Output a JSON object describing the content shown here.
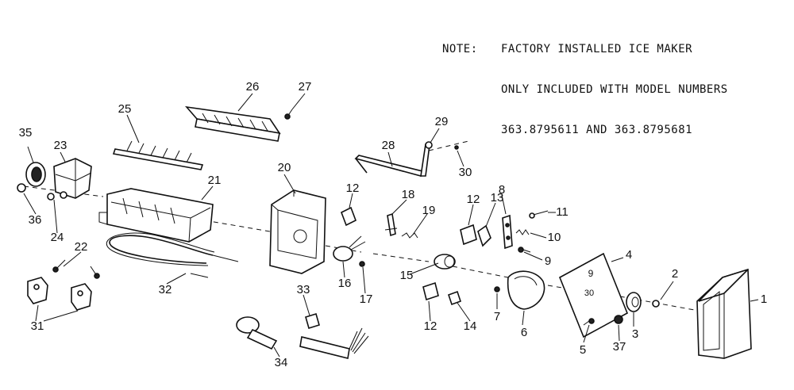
{
  "note": {
    "label": "NOTE:",
    "line1": "FACTORY INSTALLED ICE MAKER",
    "line2": "ONLY INCLUDED WITH MODEL NUMBERS",
    "line3": "363.8795611 AND 363.8795681"
  },
  "parts": [
    {
      "id": "part-1",
      "label": "1"
    },
    {
      "id": "part-2",
      "label": "2"
    },
    {
      "id": "part-3",
      "label": "3"
    },
    {
      "id": "part-4",
      "label": "4"
    },
    {
      "id": "part-5",
      "label": "5"
    },
    {
      "id": "part-6",
      "label": "6"
    },
    {
      "id": "part-7",
      "label": "7"
    },
    {
      "id": "part-8",
      "label": "8"
    },
    {
      "id": "part-9",
      "label": "9"
    },
    {
      "id": "part-10",
      "label": "10"
    },
    {
      "id": "part-11",
      "label": "11"
    },
    {
      "id": "part-12a",
      "label": "12"
    },
    {
      "id": "part-12b",
      "label": "12"
    },
    {
      "id": "part-12c",
      "label": "12"
    },
    {
      "id": "part-13",
      "label": "13"
    },
    {
      "id": "part-14",
      "label": "14"
    },
    {
      "id": "part-15",
      "label": "15"
    },
    {
      "id": "part-16",
      "label": "16"
    },
    {
      "id": "part-17",
      "label": "17"
    },
    {
      "id": "part-18",
      "label": "18"
    },
    {
      "id": "part-19",
      "label": "19"
    },
    {
      "id": "part-20",
      "label": "20"
    },
    {
      "id": "part-21",
      "label": "21"
    },
    {
      "id": "part-22",
      "label": "22"
    },
    {
      "id": "part-23",
      "label": "23"
    },
    {
      "id": "part-24",
      "label": "24"
    },
    {
      "id": "part-25",
      "label": "25"
    },
    {
      "id": "part-26",
      "label": "26"
    },
    {
      "id": "part-27",
      "label": "27"
    },
    {
      "id": "part-28",
      "label": "28"
    },
    {
      "id": "part-29",
      "label": "29"
    },
    {
      "id": "part-30",
      "label": "30"
    },
    {
      "id": "part-31",
      "label": "31"
    },
    {
      "id": "part-32",
      "label": "32"
    },
    {
      "id": "part-33",
      "label": "33"
    },
    {
      "id": "part-34",
      "label": "34"
    },
    {
      "id": "part-35",
      "label": "35"
    },
    {
      "id": "part-36",
      "label": "36"
    },
    {
      "id": "part-37",
      "label": "37"
    }
  ],
  "plate_marks": {
    "top": "9",
    "bottom": "30"
  }
}
